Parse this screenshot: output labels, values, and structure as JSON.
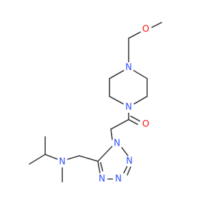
{
  "structure": {
    "atom_labels": {
      "methoxy_o": "O",
      "piperazine_n_top": "N",
      "piperazine_n_bottom": "N",
      "carbonyl_o": "O",
      "tetrazole_n1": "N",
      "tetrazole_n2": "N",
      "tetrazole_n3": "N",
      "tetrazole_n4": "N",
      "amine_n": "N"
    },
    "colors": {
      "bond": "#3a3a3a",
      "oxygen": "#ff0d0d",
      "nitrogen": "#3050f8"
    }
  }
}
